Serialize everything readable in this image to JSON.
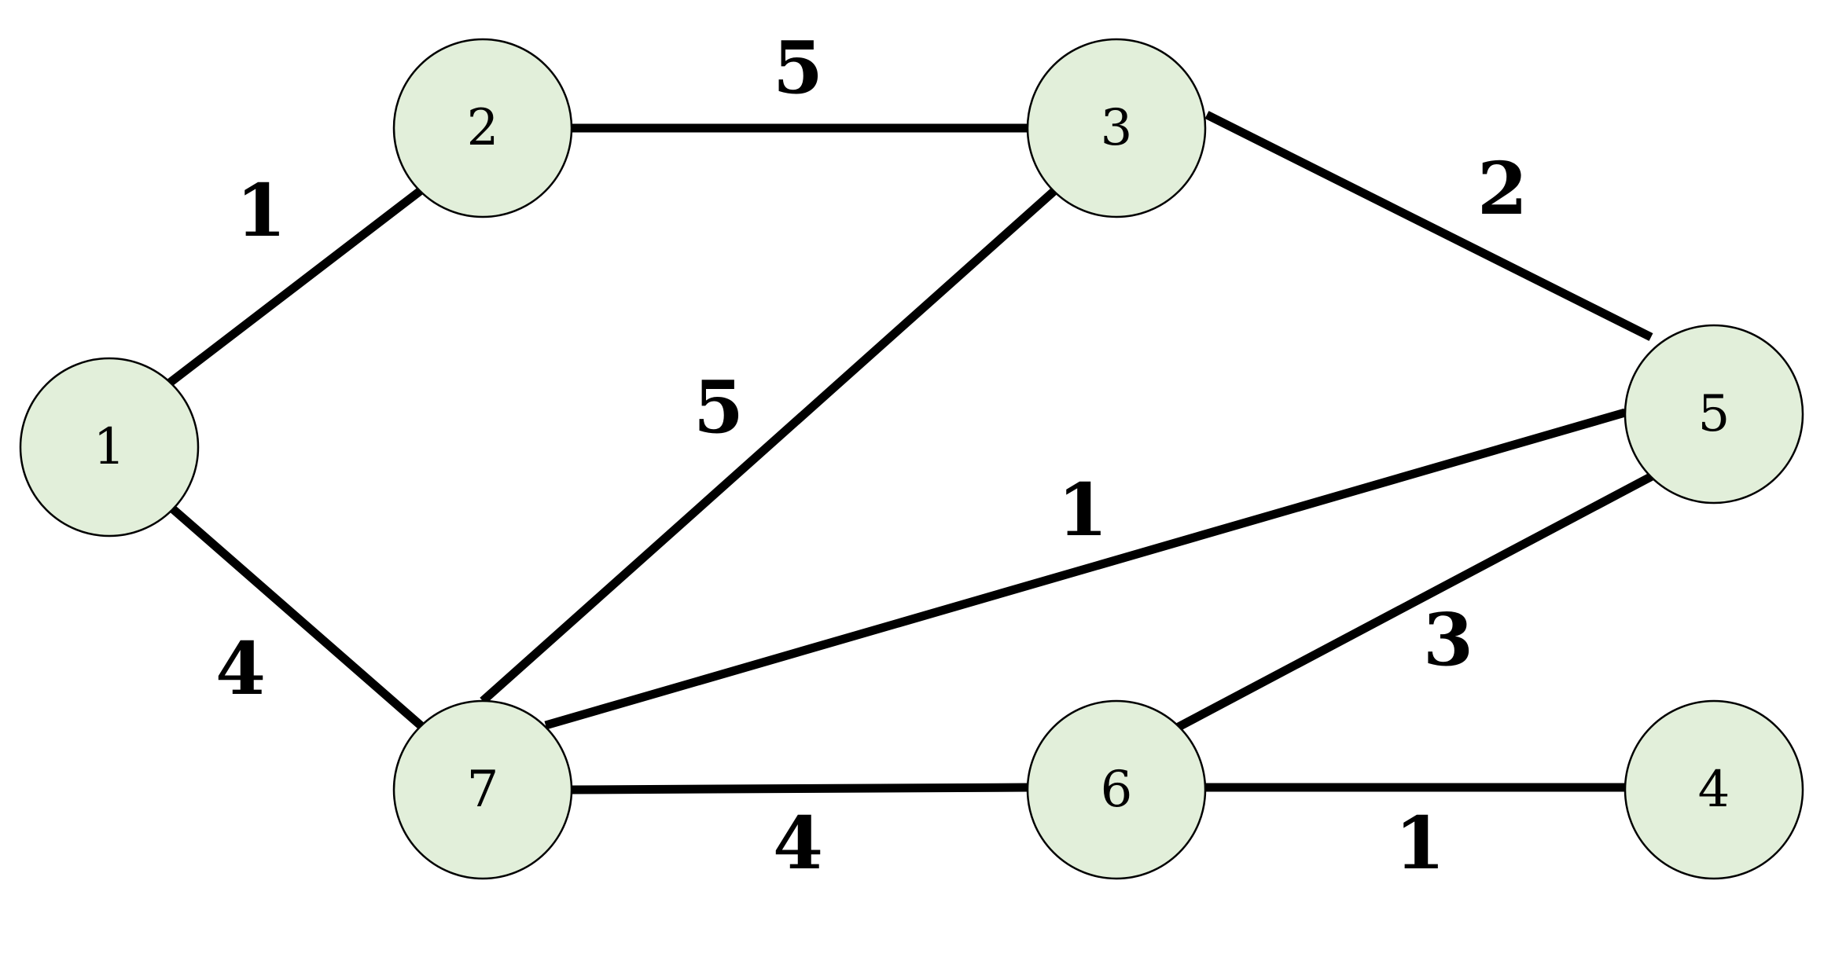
{
  "colors": {
    "node_fill": "#e2efda",
    "node_stroke": "#000000",
    "edge": "#000000"
  },
  "nodes": [
    {
      "id": "1",
      "label": "1"
    },
    {
      "id": "2",
      "label": "2"
    },
    {
      "id": "3",
      "label": "3"
    },
    {
      "id": "5",
      "label": "5"
    },
    {
      "id": "7",
      "label": "7"
    },
    {
      "id": "6",
      "label": "6"
    },
    {
      "id": "4",
      "label": "4"
    }
  ],
  "edges": [
    {
      "from": "1",
      "to": "2",
      "weight": "1"
    },
    {
      "from": "2",
      "to": "3",
      "weight": "5"
    },
    {
      "from": "3",
      "to": "5",
      "weight": "2"
    },
    {
      "from": "3",
      "to": "7",
      "weight": "5"
    },
    {
      "from": "5",
      "to": "7",
      "weight": "1"
    },
    {
      "from": "1",
      "to": "7",
      "weight": "4"
    },
    {
      "from": "5",
      "to": "6",
      "weight": "3"
    },
    {
      "from": "7",
      "to": "6",
      "weight": "4"
    },
    {
      "from": "6",
      "to": "4",
      "weight": "1"
    }
  ]
}
